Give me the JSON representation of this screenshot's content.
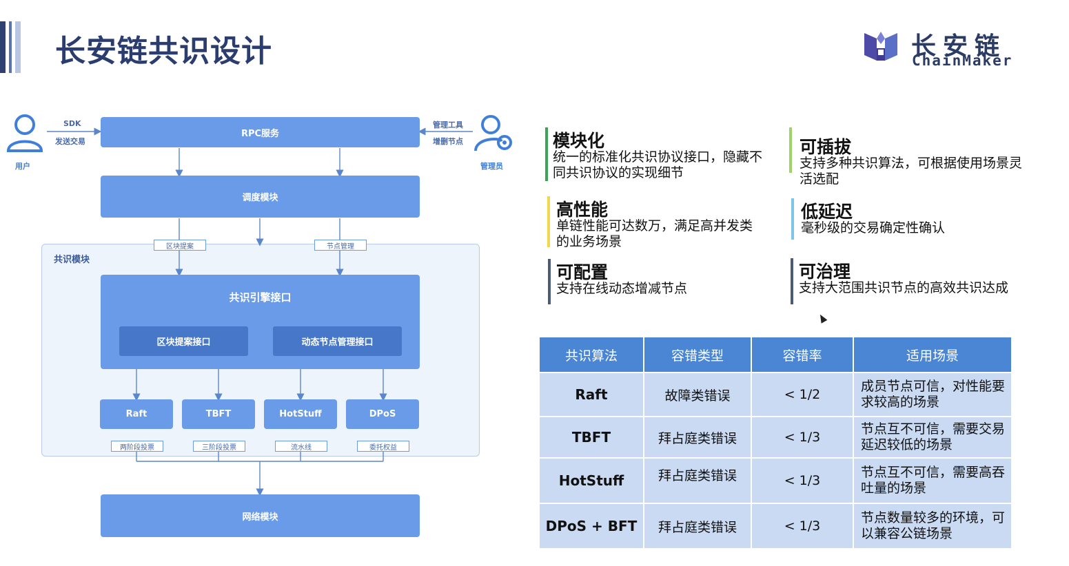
{
  "header": {
    "title": "长安链共识设计",
    "logo_cn": "长安链",
    "logo_en": "ChainMaker"
  },
  "diagram": {
    "user_label": "用户",
    "admin_label": "管理员",
    "sdk_label": "SDK",
    "send_tx_label": "发送交易",
    "mgmt_tool_label": "管理工具",
    "add_del_node_label": "增删节点",
    "rpc_service": "RPC服务",
    "schedule_module": "调度模块",
    "block_proposal_tag": "区块提案",
    "node_mgmt_tag": "节点管理",
    "consensus_module_label": "共识模块",
    "engine_interface": "共识引擎接口",
    "block_proposal_interface": "区块提案接口",
    "dynamic_node_interface": "动态节点管理接口",
    "algorithms": [
      {
        "name": "Raft",
        "tag": "两阶段投票"
      },
      {
        "name": "TBFT",
        "tag": "三阶段投票"
      },
      {
        "name": "HotStuff",
        "tag": "流水线"
      },
      {
        "name": "DPoS",
        "tag": "委托权益"
      }
    ],
    "network_module": "网络模块"
  },
  "features": [
    {
      "title": "模块化",
      "desc": "统一的标准化共识协议接口，隐藏不同共识协议的实现细节",
      "color": "#3aa655"
    },
    {
      "title": "可插拔",
      "desc": "支持多种共识算法，可根据使用场景灵活选配",
      "color": "#9fd36a"
    },
    {
      "title": "高性能",
      "desc": "单链性能可达数万，满足高并发类的业务场景",
      "color": "#f2d64b"
    },
    {
      "title": "低延迟",
      "desc": "毫秒级的交易确定性确认",
      "color": "#7fc4ea"
    },
    {
      "title": "可配置",
      "desc": "支持在线动态增减节点",
      "color": "#4b5b7a"
    },
    {
      "title": "可治理",
      "desc": "支持大范围共识节点的高效共识达成",
      "color": "#4b5b7a"
    }
  ],
  "table": {
    "headers": [
      "共识算法",
      "容错类型",
      "容错率",
      "适用场景"
    ],
    "rows": [
      {
        "alg": "Raft",
        "fault": "故障类错误",
        "rate": "< 1/2",
        "scene": "成员节点可信，对性能要求较高的场景"
      },
      {
        "alg": "TBFT",
        "fault": "拜占庭类错误",
        "rate": "< 1/3",
        "scene": "节点互不可信，需要交易延迟较低的场景"
      },
      {
        "alg": "HotStuff",
        "fault": "拜占庭类错误",
        "rate": "< 1/3",
        "scene": "节点互不可信，需要高吞吐量的场景"
      },
      {
        "alg": "DPoS + BFT",
        "fault": "拜占庭类错误",
        "rate": "< 1/3",
        "scene": "节点数量较多的环境，可以兼容公链场景"
      }
    ]
  }
}
